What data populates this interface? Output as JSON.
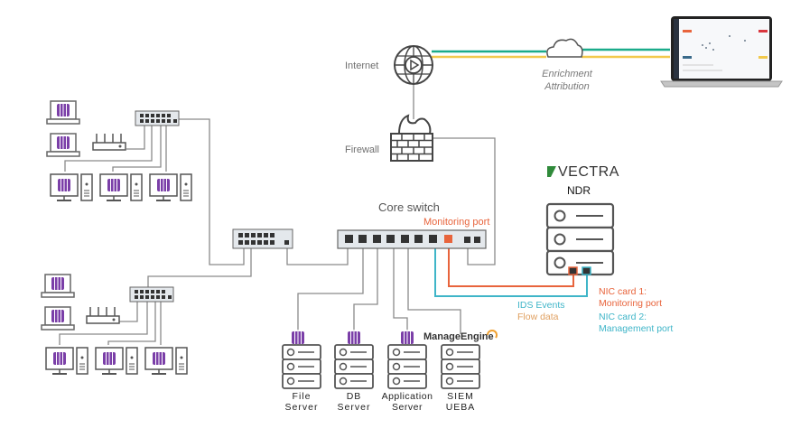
{
  "diagram": {
    "internet_label": "Internet",
    "firewall_label": "Firewall",
    "cloud_label_line1": "Enrichment",
    "cloud_label_line2": "Attribution",
    "core_switch_label": "Core switch",
    "monitoring_port_label": "Monitoring port",
    "vectra_logo_text": "VECTRA",
    "ndr_label": "NDR",
    "ids_events_label": "IDS Events",
    "flow_data_label": "Flow data",
    "nic1_line1": "NIC card 1:",
    "nic1_line2": "Monitoring port",
    "nic2_line1": "NIC card 2:",
    "nic2_line2": "Management port",
    "manageengine_logo": "ManageEngine",
    "servers": [
      {
        "line1": "File",
        "line2": "Server"
      },
      {
        "line1": "DB",
        "line2": "Server"
      },
      {
        "line1": "Application",
        "line2": "Server"
      },
      {
        "line1": "SIEM",
        "line2": "UEBA"
      }
    ],
    "colors": {
      "line_gray": "#8a8a8a",
      "monitoring_orange": "#e8643c",
      "management_teal": "#3fb5c8",
      "enrich_green": "#1bab8a",
      "enrich_yellow": "#f2c94c",
      "agent_purple": "#7b3fa8",
      "vectra_green": "#2f8a3a",
      "flow_tan": "#e0a060"
    }
  }
}
